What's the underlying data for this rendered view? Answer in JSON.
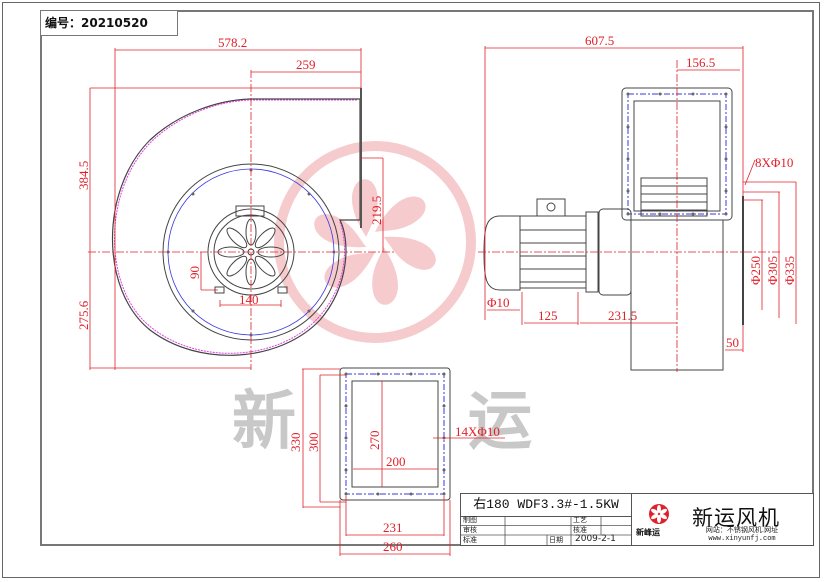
{
  "drawing": {
    "number_label": "编号：20210520",
    "watermark": [
      "新",
      "运"
    ],
    "colors": {
      "dimension": "#e0202a",
      "outline": "#444444",
      "bolt_circle": "#3a3adf",
      "housing_profile": "#e040e0",
      "logo_watermark": "#f6c6c8"
    }
  },
  "dimensions": {
    "side_view": {
      "overall_width": "578.2",
      "outlet_width": "259",
      "height_top": "384.5",
      "height_bottom": "275.6",
      "outlet_offset": "219.5",
      "motor_foot_height": "90",
      "motor_foot_spacing": "140"
    },
    "front_view": {
      "overall_length": "607.5",
      "outlet_offset": "156.5",
      "flange_holes": "8XΦ10",
      "dia_inner": "Φ250",
      "dia_bolt": "Φ305",
      "dia_outer": "Φ335",
      "foot_hole": "Φ10",
      "foot_spacing": "125",
      "motor_to_center": "231.5",
      "inlet_length": "50"
    },
    "outlet_flange": {
      "outer_height": "330",
      "bolt_height": "300",
      "inner_height": "270",
      "inner_width": "200",
      "bolt_width": "231",
      "outer_width": "260",
      "holes": "14XΦ10"
    }
  },
  "title_block": {
    "model": "右180 WDF3.3#-1.5KW",
    "rows": [
      {
        "label": "制图",
        "value": "",
        "label2": "工艺",
        "value2": ""
      },
      {
        "label": "审核",
        "value": "",
        "label2": "核准",
        "value2": ""
      },
      {
        "label": "标准",
        "value": "",
        "label2": "日期",
        "value2": "2009-2-1"
      }
    ],
    "brand_name": "新运风机",
    "brand_sub": "新峰运",
    "site_label": "网站：不锈钢风机.网址",
    "site_url": "www.xinyunfj.com"
  }
}
